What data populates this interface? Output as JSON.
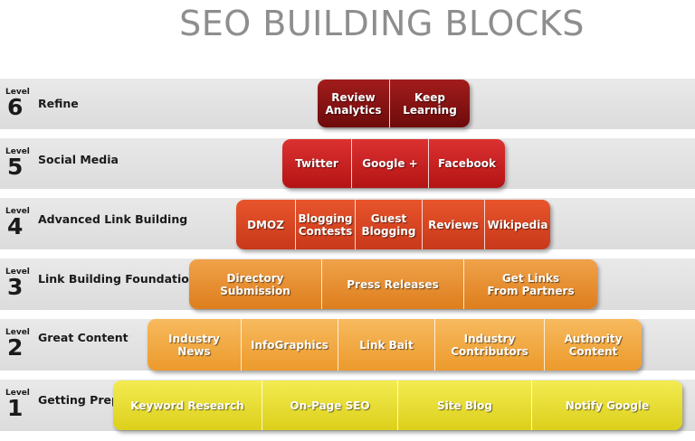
{
  "title": "SEO BUILDING BLOCKS",
  "level_word": "Level",
  "levels": [
    {
      "number": "6",
      "name": "Refine",
      "blocks": [
        "Review\nAnalytics",
        "Keep\nLearning"
      ]
    },
    {
      "number": "5",
      "name": "Social\nMedia",
      "blocks": [
        "Twitter",
        "Google +",
        "Facebook"
      ]
    },
    {
      "number": "4",
      "name": "Advanced\nLink Building",
      "blocks": [
        "DMOZ",
        "Blogging\nContests",
        "Guest\nBlogging",
        "Reviews",
        "Wikipedia"
      ]
    },
    {
      "number": "3",
      "name": "Link Building\nFoundation",
      "blocks": [
        "Directory\nSubmission",
        "Press Releases",
        "Get Links\nFrom Partners"
      ]
    },
    {
      "number": "2",
      "name": "Great\nContent",
      "blocks": [
        "Industry\nNews",
        "InfoGraphics",
        "Link Bait",
        "Industry\nContributors",
        "Authority\nContent"
      ]
    },
    {
      "number": "1",
      "name": "Getting\nPrepared",
      "blocks": [
        "Keyword Research",
        "On-Page SEO",
        "Site Blog",
        "Notify Google"
      ]
    }
  ],
  "colors": {
    "level6": "#8a1414",
    "level5": "#c91f1f",
    "level4": "#d9462a",
    "level3": "#e88f33",
    "level2": "#f2a944",
    "level1": "#e8de3a",
    "band": "#e2e2e2"
  }
}
